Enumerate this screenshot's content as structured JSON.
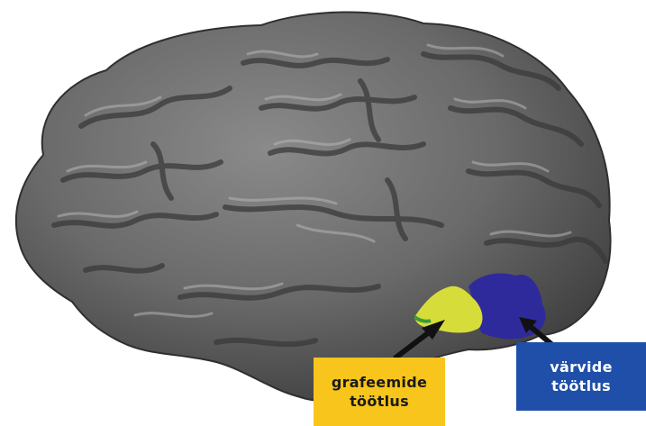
{
  "labels": {
    "grapheme": {
      "line1": "grafeemide",
      "line2": "töötlus",
      "bg_color": "#f7c51c",
      "text_color": "#1a1a1a"
    },
    "color": {
      "line1": "värvide",
      "line2": "töötlus",
      "bg_color": "#1f4fa8",
      "text_color": "#ffffff"
    }
  },
  "regions": {
    "grapheme_region_color": "#d6dd3a",
    "color_region_color": "#2f2a9c"
  }
}
